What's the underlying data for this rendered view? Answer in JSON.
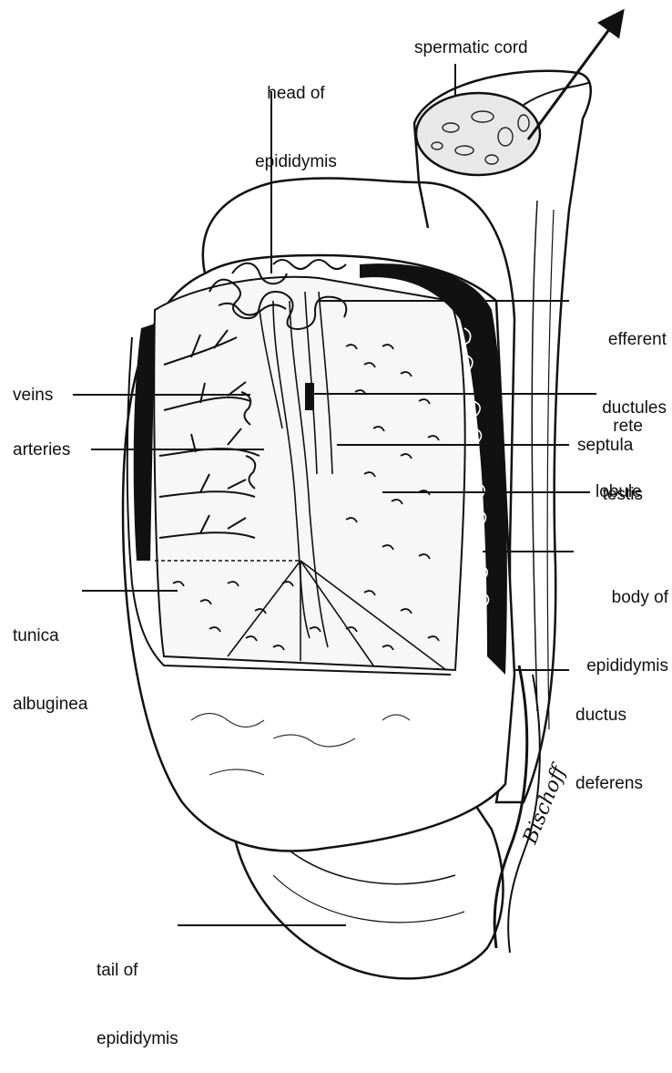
{
  "labels": {
    "head_of_epididymis": [
      "head of",
      "epididymis"
    ],
    "spermatic_cord": "spermatic cord",
    "efferent_ductules": [
      "efferent",
      "ductules"
    ],
    "veins": "veins",
    "rete_testis": [
      "rete",
      "testis"
    ],
    "arteries": "arteries",
    "septula": "septula",
    "lobule": "lobule",
    "body_of_epididymis": [
      "body of",
      "epididymis"
    ],
    "tunica_albuginea": [
      "tunica",
      "albuginea"
    ],
    "ductus_deferens": [
      "ductus",
      "deferens"
    ],
    "tail_of_epididymis": [
      "tail of",
      "epididymis"
    ]
  },
  "signature": "Bischoff",
  "colors": {
    "ink": "#111111",
    "paper": "#ffffff",
    "fill": "#f4f4f4"
  }
}
